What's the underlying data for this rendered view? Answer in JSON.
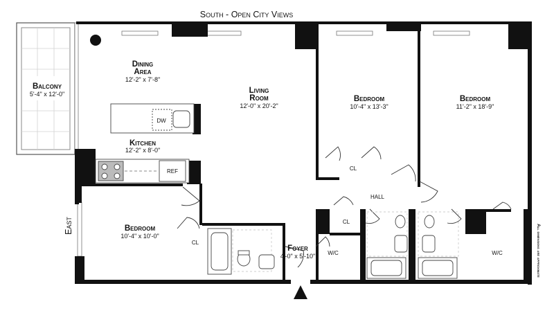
{
  "header": {
    "title": "South - Open City Views"
  },
  "compass": {
    "east_label": "East"
  },
  "note": "All dimensions are approximate",
  "rooms": {
    "balcony": {
      "name": "Balcony",
      "dims": "5'-4\" x 12'-0\""
    },
    "dining": {
      "name_line1": "Dining",
      "name_line2": "Area",
      "dims": "12'-2\" x 7'-8\""
    },
    "living": {
      "name_line1": "Living",
      "name_line2": "Room",
      "dims": "12'-0\" x 20'-2\""
    },
    "bedroom_center": {
      "name": "Bedroom",
      "dims": "10'-4\" x 13'-3\""
    },
    "bedroom_right": {
      "name": "Bedroom",
      "dims": "11'-2\" x 18'-9\""
    },
    "kitchen": {
      "name": "Kitchen",
      "dims": "12'-2\" x 8'-0\""
    },
    "bedroom_left": {
      "name": "Bedroom",
      "dims": "10'-4\" x 10'-0\""
    },
    "foyer": {
      "name": "Foyer",
      "dims": "4'-0\" x 5'-10\""
    }
  },
  "labels": {
    "dw": "DW",
    "ref": "REF",
    "hall": "HALL",
    "closet": "CL",
    "walk_in": "W/C"
  }
}
